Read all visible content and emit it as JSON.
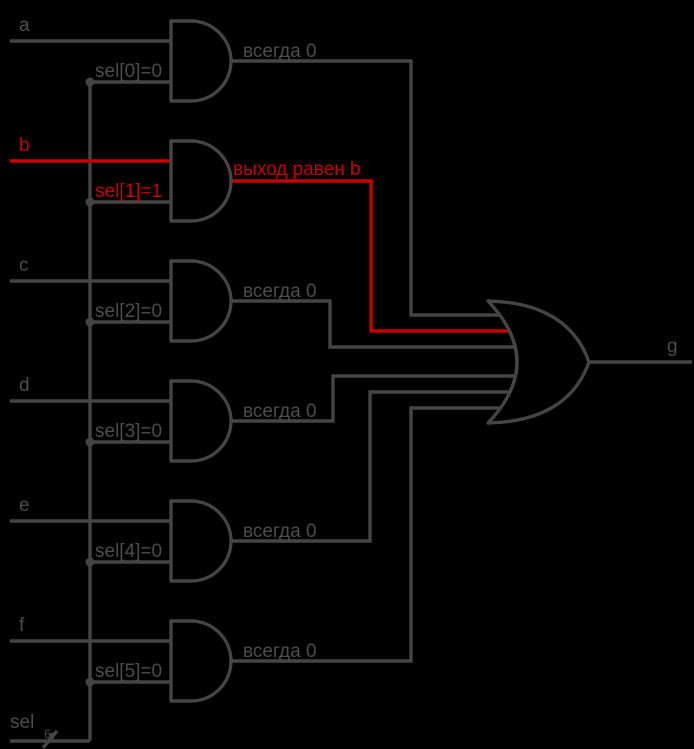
{
  "colors": {
    "background": "#000000",
    "wire": "#454545",
    "text": "#4c4c4c",
    "highlight": "#c80000"
  },
  "gates": [
    {
      "input": "a",
      "sel": "sel[0]=0",
      "out": "всегда 0",
      "highlighted": false
    },
    {
      "input": "b",
      "sel": "sel[1]=1",
      "out": "выход равен b",
      "highlighted": true
    },
    {
      "input": "c",
      "sel": "sel[2]=0",
      "out": "всегда 0",
      "highlighted": false
    },
    {
      "input": "d",
      "sel": "sel[3]=0",
      "out": "всегда 0",
      "highlighted": false
    },
    {
      "input": "e",
      "sel": "sel[4]=0",
      "out": "всегда 0",
      "highlighted": false
    },
    {
      "input": "f",
      "sel": "sel[5]=0",
      "out": "всегда 0",
      "highlighted": false
    }
  ],
  "or_gate": {
    "output_label": "g"
  },
  "sel_bus": {
    "label": "sel",
    "width_bits": "6"
  }
}
